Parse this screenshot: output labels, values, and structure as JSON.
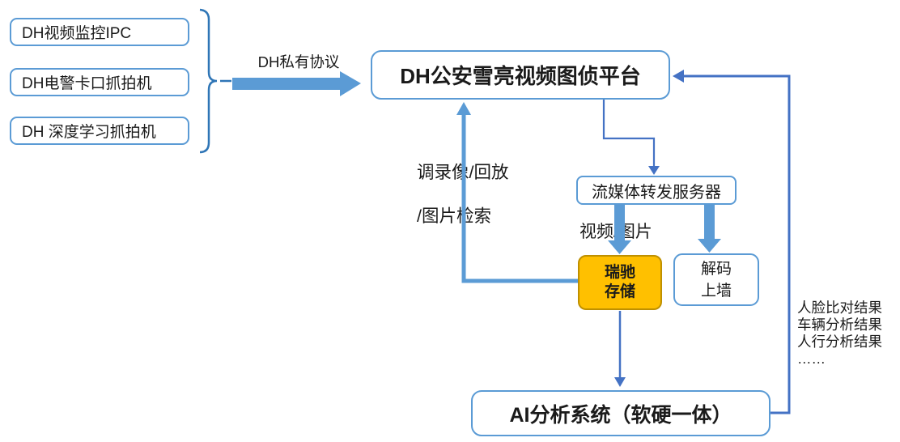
{
  "diagram": {
    "sources": [
      {
        "label": "DH视频监控IPC"
      },
      {
        "label": "DH电警卡口抓拍机"
      },
      {
        "label": "DH 深度学习抓拍机"
      }
    ],
    "protocol_label": "DH私有协议",
    "platform_label": "DH公安雪亮视频图侦平台",
    "streaming_server_label": "流媒体转发服务器",
    "video_image_label": "视频/图片",
    "retrieval_label_line1": "调录像/回放",
    "retrieval_label_line2": "/图片检索",
    "storage_line1": "瑞驰",
    "storage_line2": "存储",
    "decoder_line1": "解码",
    "decoder_line2": "上墙",
    "ai_system_label": "AI分析系统（软硬一体）",
    "results": [
      "人脸比对结果",
      "车辆分析结果",
      "人行分析结果",
      "……"
    ]
  },
  "colors": {
    "box_border_blue": "#5B9BD5",
    "thick_arrow_blue": "#5B9BD5",
    "connector_blue": "#4472C4",
    "bracket_blue": "#2E75B6",
    "storage_fill": "#FFC000",
    "storage_border": "#BF9000"
  }
}
